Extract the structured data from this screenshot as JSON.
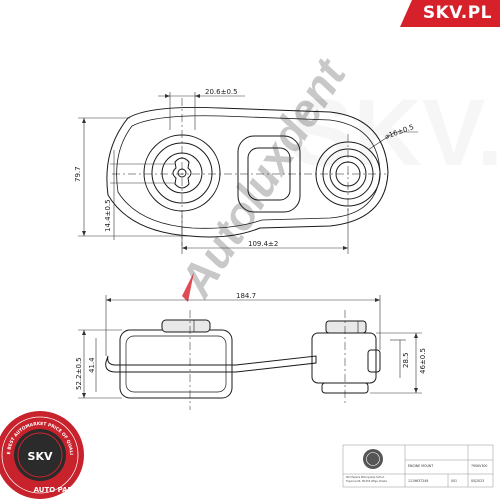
{
  "brand": {
    "name": "SKV.PL",
    "color": "#d6212b"
  },
  "watermark": {
    "text": "Autoluxdent"
  },
  "seal": {
    "ring_text": "THE BEST AUTOMARKET PRICE OF QUALITY",
    "center": "SKV",
    "bottom": "AUTO PARTS"
  },
  "dimensions": {
    "top_width": "20.6±0.5",
    "hole_dia": "⌀16±0.5",
    "height_left": "79.7",
    "slot": "14.4±0.5",
    "center_dist": "109.4±2",
    "overall_length": "184.7",
    "side_h1": "52.2±0.5",
    "side_h2": "41.4",
    "side_h3": "28.5",
    "side_h4": "46±0.5"
  },
  "title_block": {
    "company": "SKV Esperis Motoryzacja S.P.K.A.",
    "address": "Trojanow 64, 08-455 Wilga, Polska",
    "part_name": "ENGINE MOUNT",
    "part_code": "79SKV300",
    "ref_number": "1119637249",
    "sheet": "001",
    "date": "05/2023"
  }
}
